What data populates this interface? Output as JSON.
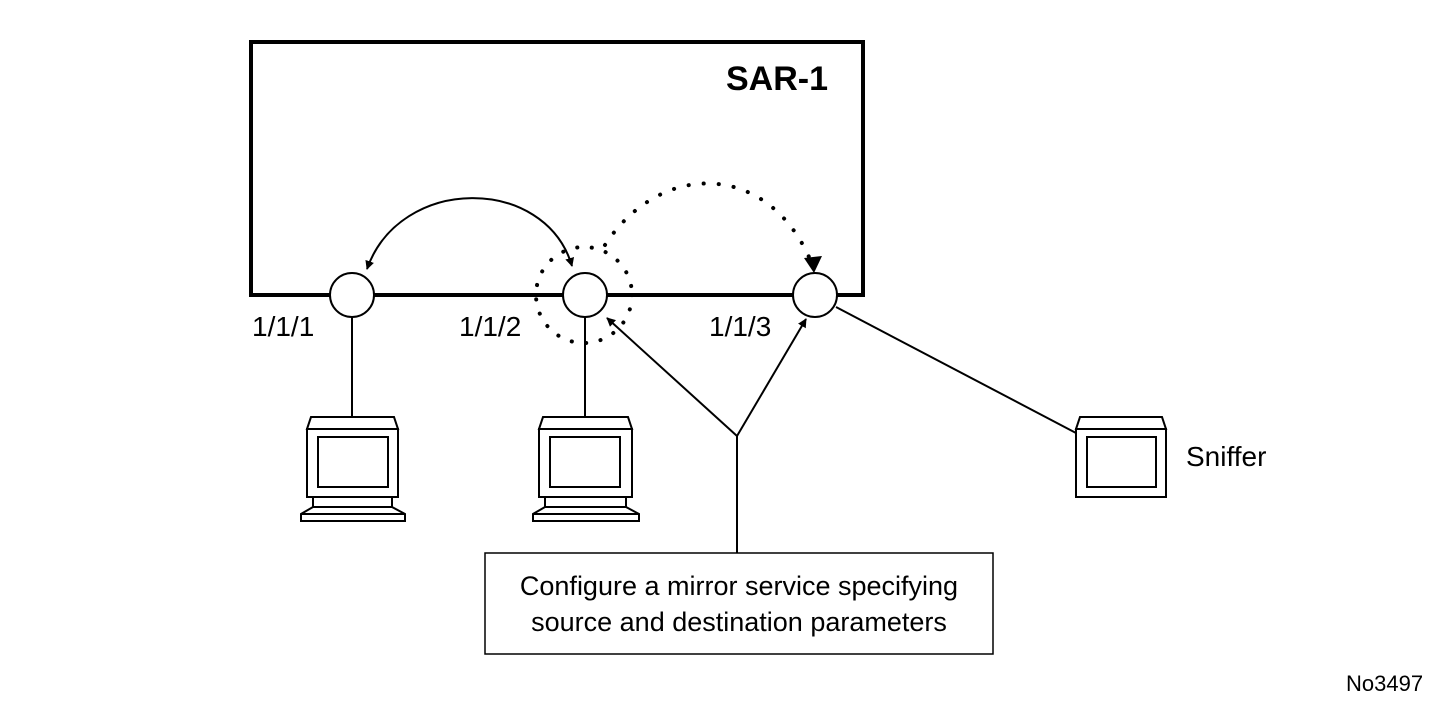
{
  "router": {
    "name": "SAR-1"
  },
  "ports": [
    {
      "id": "1/1/1"
    },
    {
      "id": "1/1/2"
    },
    {
      "id": "1/1/3"
    }
  ],
  "devices": {
    "sniffer_label": "Sniffer"
  },
  "callout": {
    "line1": "Configure a mirror service specifying",
    "line2": "source and destination parameters"
  },
  "figure_id": "No3497"
}
